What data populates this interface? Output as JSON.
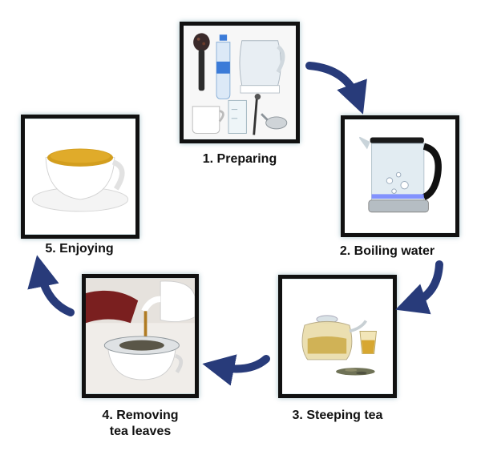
{
  "steps": [
    {
      "id": "preparing",
      "label": "1. Preparing"
    },
    {
      "id": "boiling-water",
      "label": "2. Boiling water"
    },
    {
      "id": "steeping-tea",
      "label": "3. Steeping tea"
    },
    {
      "id": "removing-tea-leaves",
      "label_line1": "4. Removing",
      "label_line2": "tea leaves"
    },
    {
      "id": "enjoying",
      "label": "5. Enjoying"
    }
  ],
  "colors": {
    "arrow": "#283b7a",
    "frame": "#111111",
    "tea": "#c98a1a"
  },
  "icons": [
    "kettle-icon",
    "water-bottle-icon",
    "cup-icon",
    "thermometer-icon",
    "teapot-icon",
    "tea-strainer-icon",
    "teacup-icon"
  ]
}
